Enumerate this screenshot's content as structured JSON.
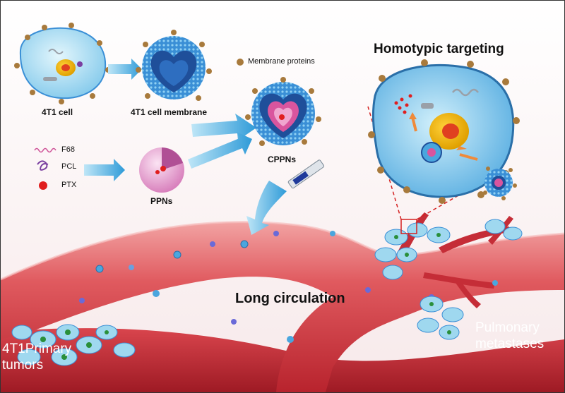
{
  "labels": {
    "cell": "4T1 cell",
    "membrane": "4T1 cell membrane",
    "membrane_proteins": "Membrane proteins",
    "homotypic": "Homotypic targeting",
    "cppns": "CPPNs",
    "ppns": "PPNs",
    "long_circulation": "Long circulation",
    "primary_line1": "4T1Primary",
    "primary_line2": "tumors",
    "pulmonary_line1": "Pulmonary",
    "pulmonary_line2": "metastases"
  },
  "legend": [
    {
      "label": "F68",
      "icon": "wavy-line-icon",
      "color": "#d0569a"
    },
    {
      "label": "PCL",
      "icon": "coil-icon",
      "color": "#7a3fa0"
    },
    {
      "label": "PTX",
      "icon": "red-dot-icon",
      "color": "#e01e1e"
    }
  ],
  "colors": {
    "vessel": "#c8303a",
    "vessel_light": "#ee8a8a",
    "membrane_blue": "#3a8fd6",
    "cell_fill": "#bde6f6",
    "protein": "#a87a3c",
    "arrow": "#3fa9e0"
  }
}
